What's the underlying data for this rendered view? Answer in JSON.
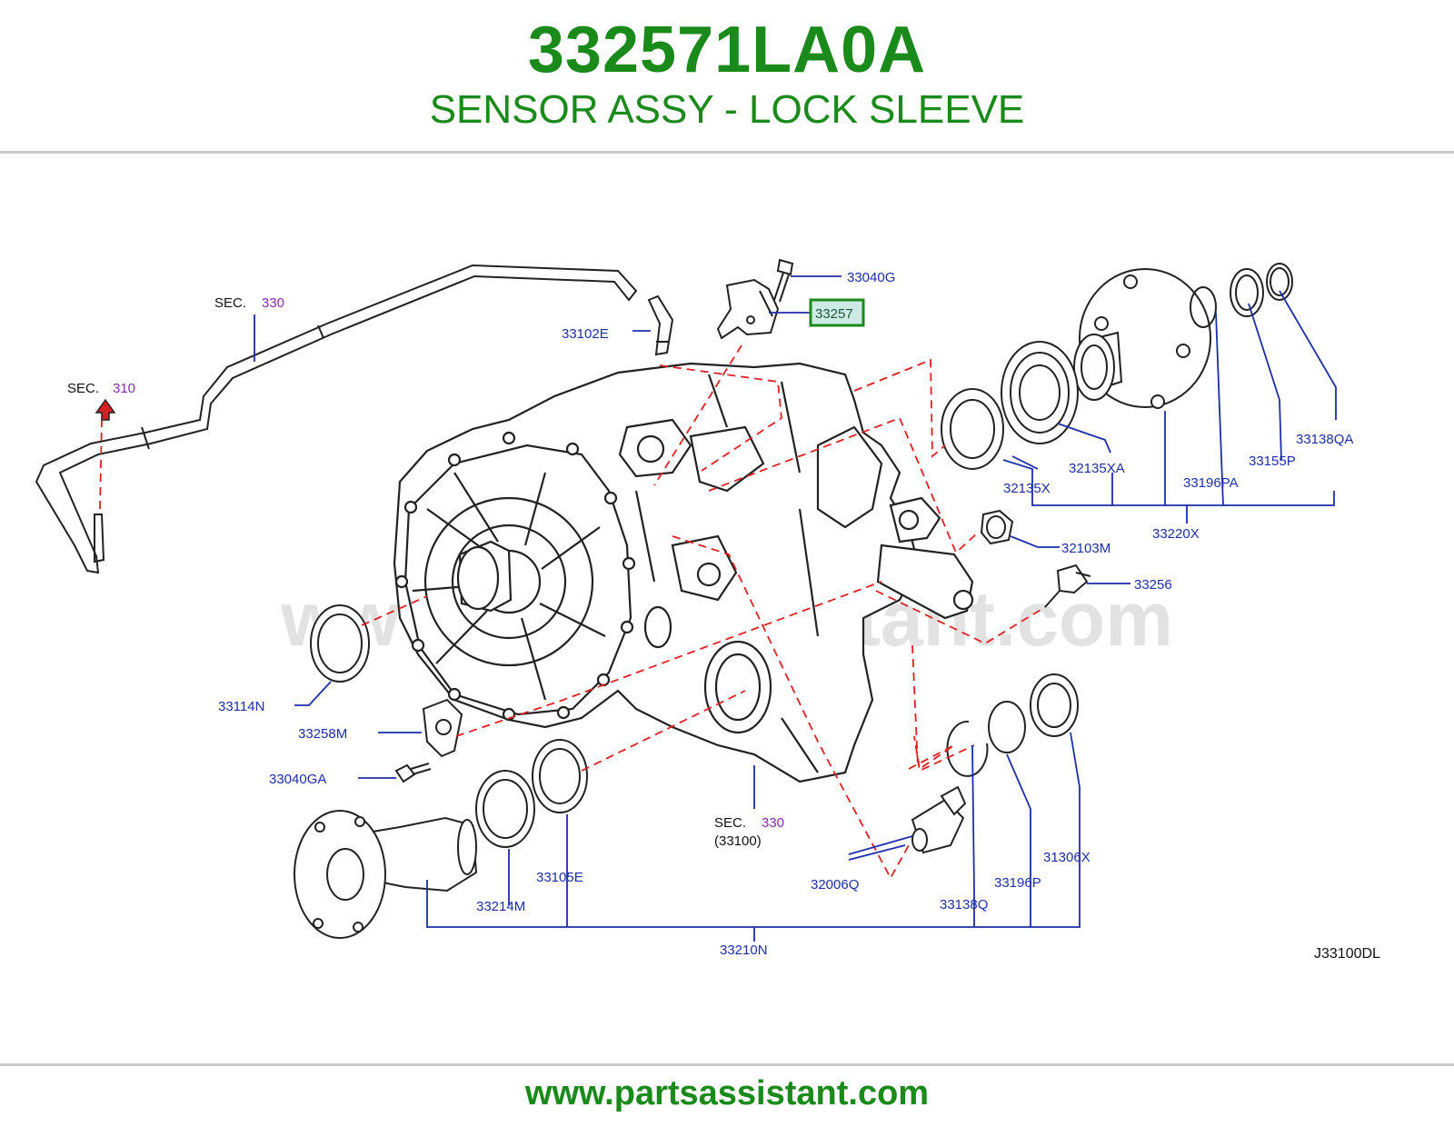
{
  "header": {
    "part_number": "332571LA0A",
    "part_name": "SENSOR ASSY - LOCK SLEEVE"
  },
  "diagram": {
    "watermark": "www.partsassistant.com",
    "sections": [
      {
        "prefix": "SEC.",
        "number": "330"
      },
      {
        "prefix": "SEC.",
        "number": "310"
      },
      {
        "prefix": "SEC.",
        "number": "330",
        "sub": "(33100)"
      }
    ],
    "highlighted_part": "33257",
    "labels": {
      "p33040G": "33040G",
      "p33257": "33257",
      "p33102E": "33102E",
      "p32135XA": "32135XA",
      "p32135X": "32135X",
      "p33196PA": "33196PA",
      "p33155P": "33155P",
      "p33138QA": "33138QA",
      "p33220X": "33220X",
      "p32103M": "32103M",
      "p33256": "33256",
      "p33114N": "33114N",
      "p33258M": "33258M",
      "p33040GA": "33040GA",
      "p33105E": "33105E",
      "p33214M": "33214M",
      "p33210N": "33210N",
      "p32006Q": "32006Q",
      "p33138Q": "33138Q",
      "p33196P": "33196P",
      "p31306X": "31306X"
    },
    "diagram_code": "J33100DL",
    "colors": {
      "label_blue": "#1c2fa8",
      "section_purple": "#8a2bb0",
      "dash_red": "#e02020",
      "highlight_green": "#1a8a1a",
      "highlight_fill": "#cfe9e4"
    }
  },
  "footer": {
    "url": "www.partsassistant.com"
  }
}
